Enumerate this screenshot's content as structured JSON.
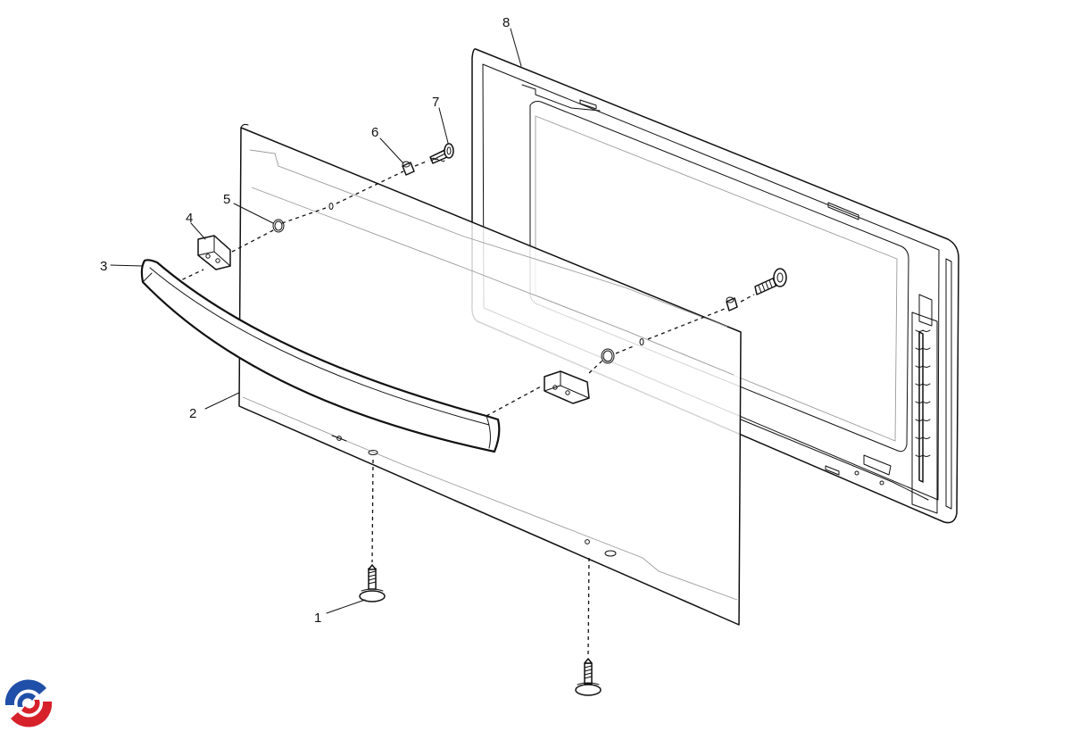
{
  "diagram": {
    "type": "exploded-parts-view",
    "callouts": [
      "1",
      "2",
      "3",
      "4",
      "5",
      "6",
      "7",
      "8"
    ]
  },
  "logo": {
    "name": "brand-swirl-logo",
    "colors": {
      "blue": "#1f4fa8",
      "red": "#d6202a"
    }
  }
}
